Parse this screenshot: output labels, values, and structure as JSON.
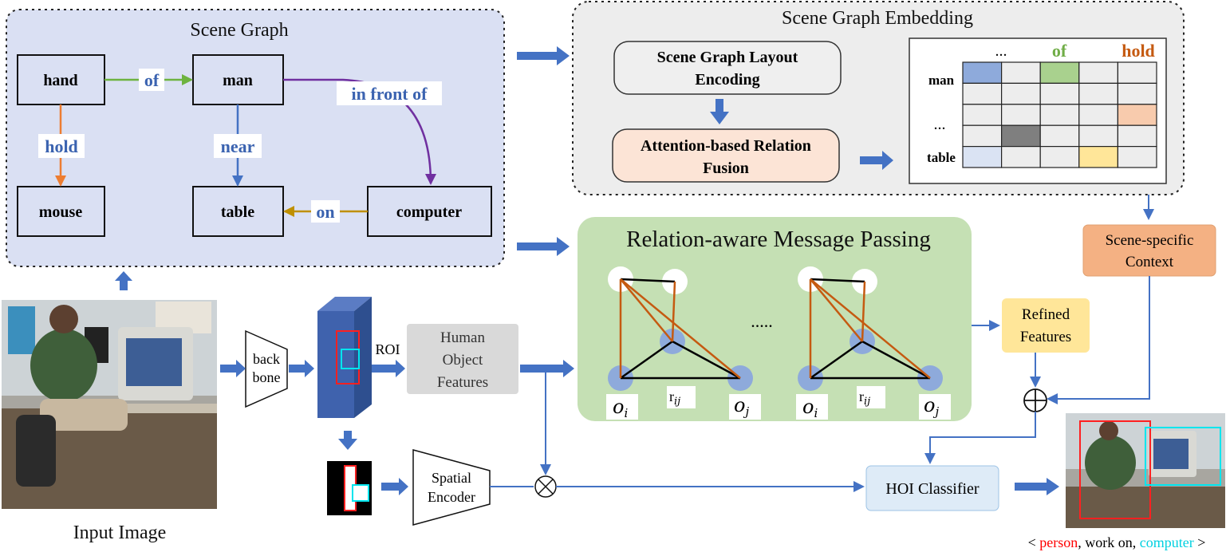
{
  "scene_graph": {
    "title": "Scene Graph",
    "nodes": {
      "hand": "hand",
      "man": "man",
      "mouse": "mouse",
      "table": "table",
      "computer": "computer"
    },
    "edges": {
      "of": "of",
      "in_front_of": "in front of",
      "hold": "hold",
      "near": "near",
      "on": "on"
    },
    "colors": {
      "of": "#6db33f",
      "in_front_of": "#7030a0",
      "hold": "#ed7d31",
      "near": "#4472c4",
      "on": "#bf9000",
      "label": "#3b63b0"
    }
  },
  "embedding": {
    "title": "Scene Graph Embedding",
    "layout_box": [
      "Scene Graph Layout",
      "Encoding"
    ],
    "fusion_box": [
      "Attention-based Relation",
      "Fusion"
    ],
    "matrix": {
      "col_headers": [
        "...",
        "of",
        "hold"
      ],
      "row_headers": [
        "man",
        "...",
        "table"
      ],
      "highlight_colors": {
        "blue": "#8eaadb",
        "green": "#a9d18e",
        "orange": "#f8cbad",
        "gray": "#7f7f7f",
        "lightblue": "#dae3f3",
        "yellow": "#ffe699"
      }
    }
  },
  "context_box": [
    "Scene-specific",
    "Context"
  ],
  "message_passing": {
    "title": "Relation-aware Message Passing",
    "ellipsis": ".....",
    "labels": {
      "oi": "o",
      "oi_sub": "i",
      "rij": "r",
      "rij_sub": "ij",
      "oj": "o",
      "oj_sub": "j"
    }
  },
  "refined_box": [
    "Refined",
    "Features"
  ],
  "input_label": "Input Image",
  "backbone_label": [
    "back",
    "bone"
  ],
  "roi_label": "ROI",
  "features_box": [
    "Human",
    "Object",
    "Features"
  ],
  "spatial_encoder": [
    "Spatial",
    "Encoder"
  ],
  "classifier_label": "HOI Classifier",
  "result": {
    "open": "< ",
    "person": "person",
    "middle": ", work on, ",
    "computer": "computer",
    "close": " >",
    "person_color": "#ff0000",
    "computer_color": "#00e5ee"
  }
}
